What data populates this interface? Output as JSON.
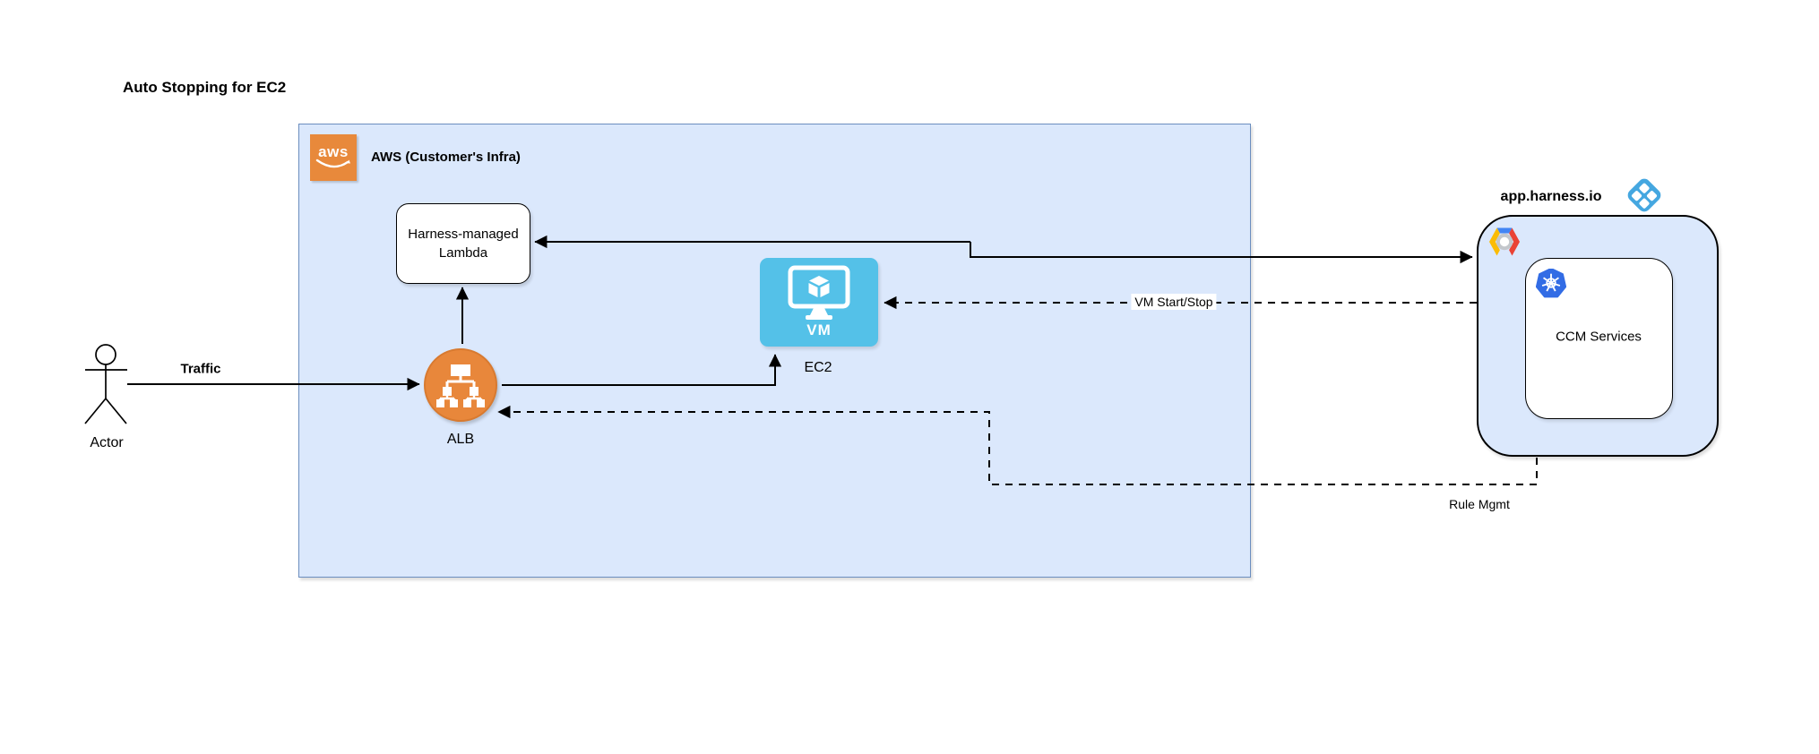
{
  "title": "Auto Stopping for EC2",
  "actor": {
    "label": "Actor",
    "icon": "actor-stick-figure-icon"
  },
  "edges": {
    "traffic_label": "Traffic",
    "vm_start_stop_label": "VM Start/Stop",
    "rule_mgmt_label": "Rule Mgmt"
  },
  "aws_group": {
    "title": "AWS (Customer's Infra)",
    "logo_icon": "aws-logo-icon",
    "logo_text": "aws",
    "lambda_label": "Harness-managed Lambda",
    "alb_label": "ALB",
    "alb_icon": "load-balancer-icon",
    "ec2_label": "EC2",
    "ec2_vm_text": "VM",
    "ec2_icon": "vm-monitor-icon"
  },
  "harness_group": {
    "title": "app.harness.io",
    "harness_icon": "harness-logo-icon",
    "gcp_icon": "google-cloud-icon",
    "k8s_icon": "kubernetes-icon",
    "ccm_label": "CCM Services"
  },
  "colors": {
    "aws_orange": "#e8893b",
    "alb_orange": "#e8873b",
    "vm_blue": "#54c1e8",
    "group_fill": "#dbe8fc",
    "aws_group_border": "#6c8ebf",
    "harness_blue": "#45a7e0",
    "kubernetes_blue": "#326ce5",
    "gcp_blue": "#4285f4",
    "gcp_red": "#ea4335",
    "gcp_yellow": "#fbbc05",
    "line_black": "#000000"
  }
}
